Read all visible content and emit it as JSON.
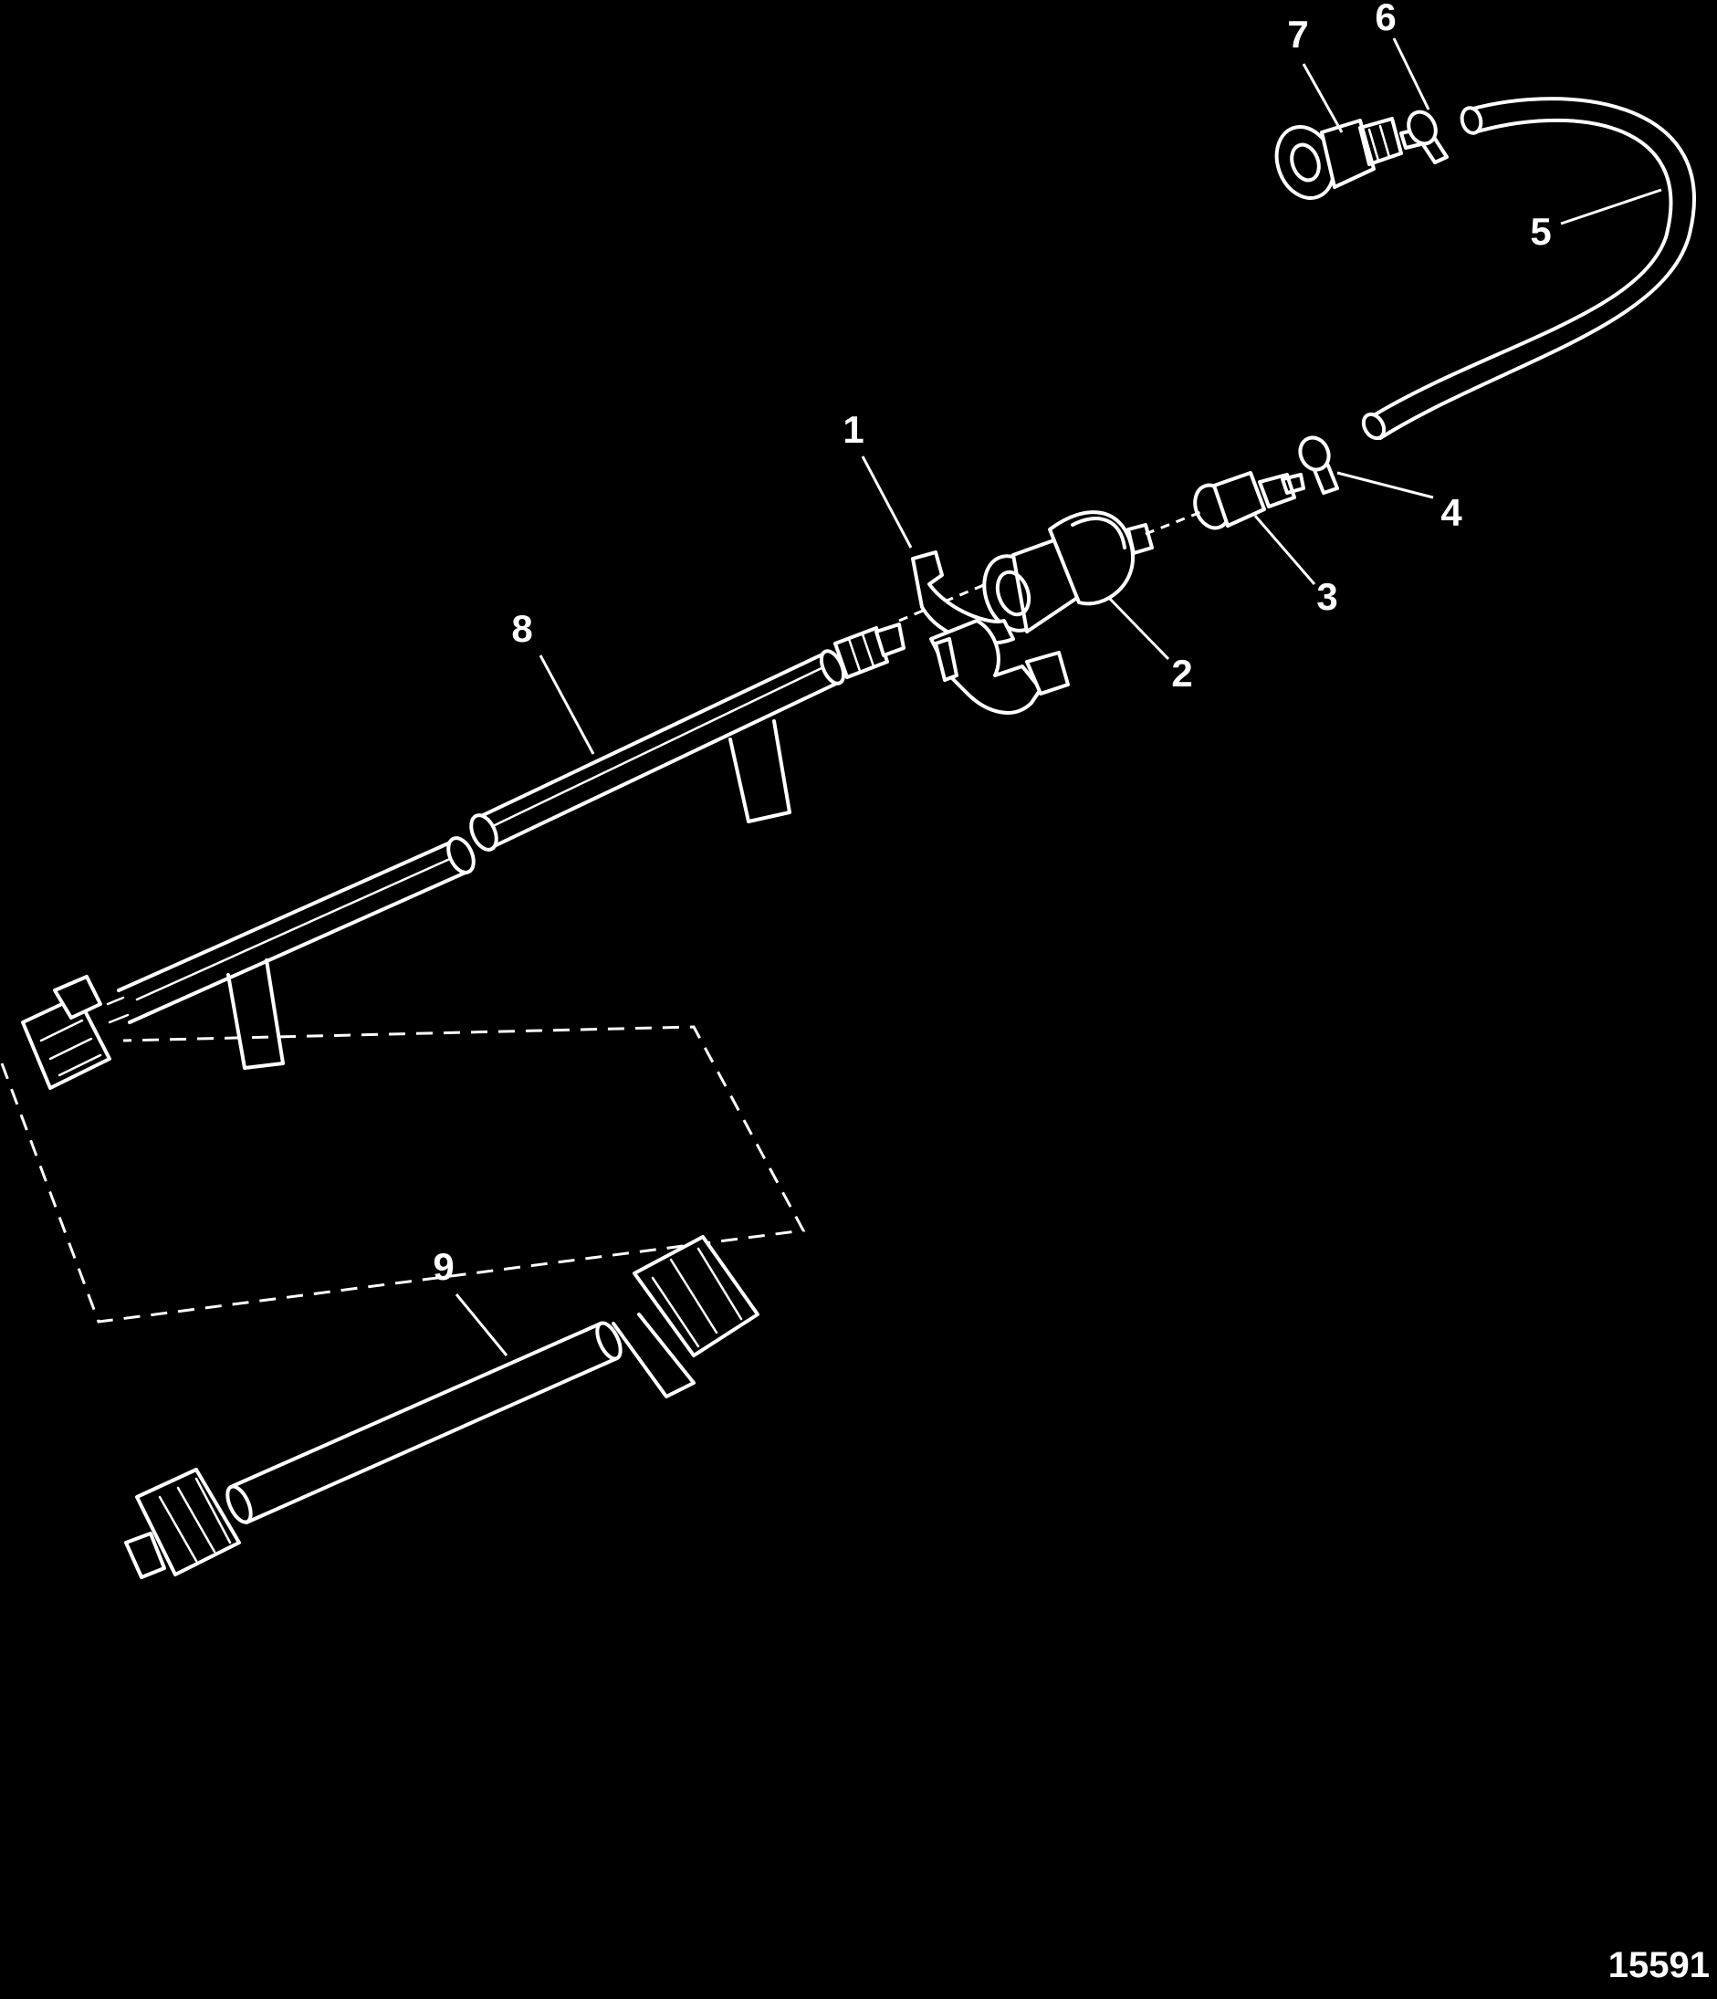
{
  "diagram": {
    "callouts": [
      {
        "id": "1",
        "text": "1"
      },
      {
        "id": "2",
        "text": "2"
      },
      {
        "id": "3",
        "text": "3"
      },
      {
        "id": "4",
        "text": "4"
      },
      {
        "id": "5",
        "text": "5"
      },
      {
        "id": "6",
        "text": "6"
      },
      {
        "id": "7",
        "text": "7"
      },
      {
        "id": "8",
        "text": "8"
      },
      {
        "id": "9",
        "text": "9"
      }
    ],
    "figure_id": "15591"
  },
  "colors": {
    "background": "#000000",
    "line": "#ffffff"
  }
}
